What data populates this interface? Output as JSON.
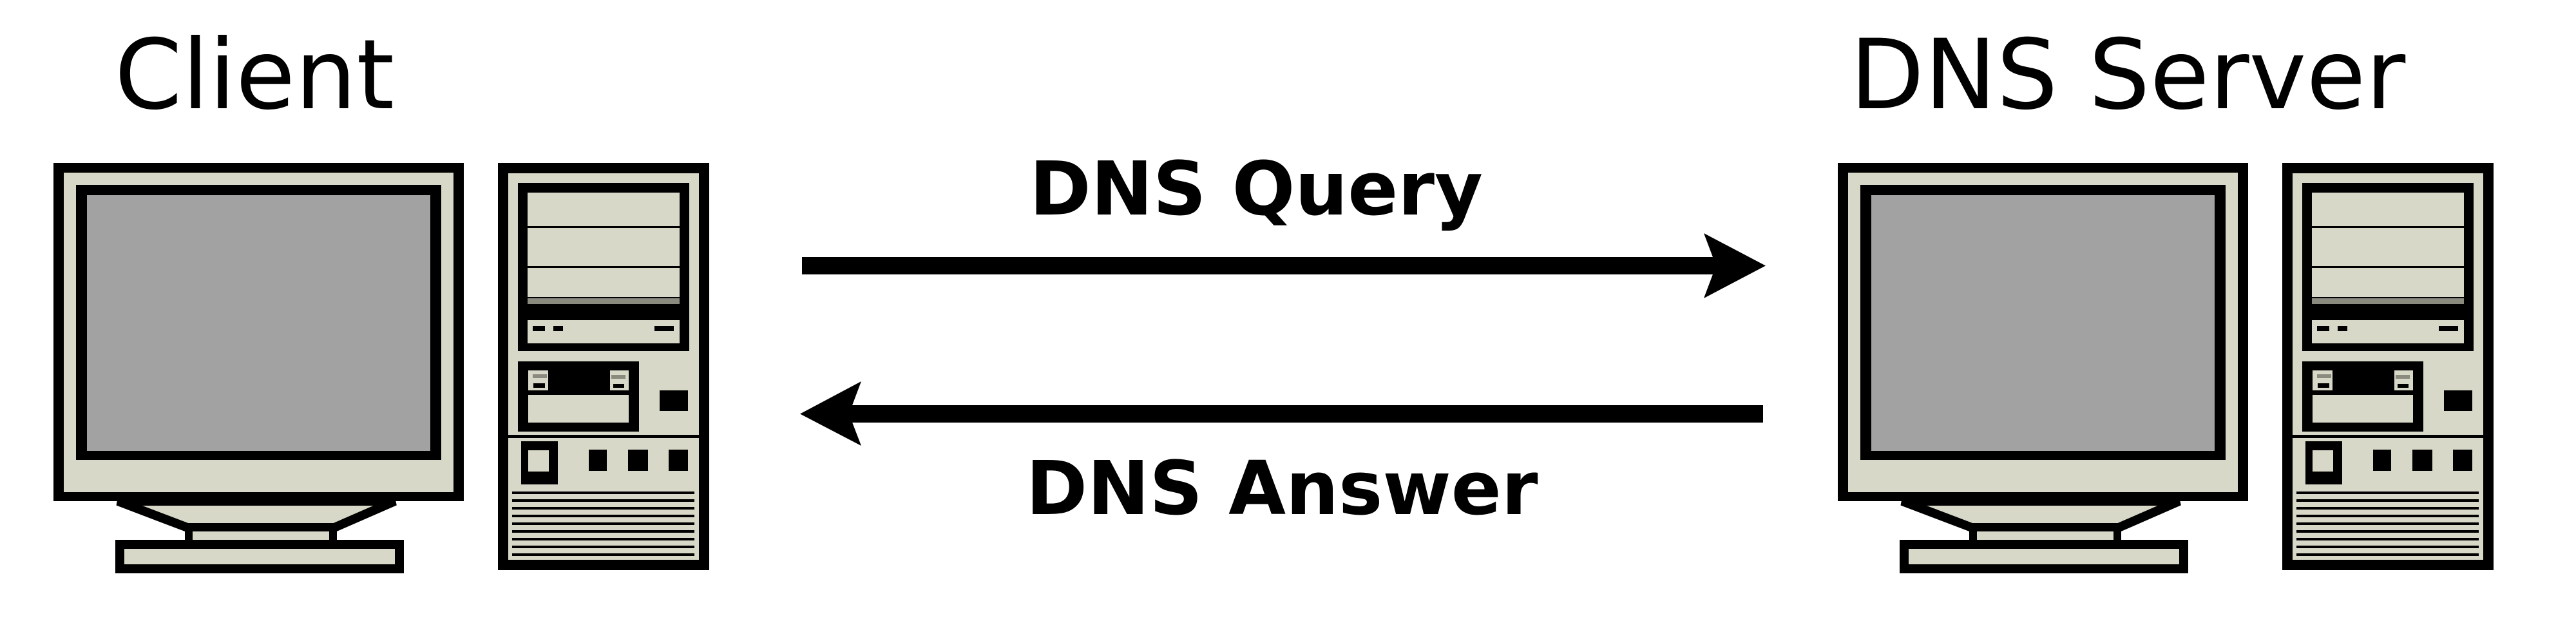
{
  "diagram": {
    "type": "request-response-sequence",
    "nodes": [
      {
        "id": "client",
        "label": "Client",
        "icon": "desktop-computer-icon"
      },
      {
        "id": "dns-server",
        "label": "DNS Server",
        "icon": "desktop-computer-icon"
      }
    ],
    "edges": [
      {
        "from": "client",
        "to": "dns-server",
        "label": "DNS Query",
        "direction": "right"
      },
      {
        "from": "dns-server",
        "to": "client",
        "label": "DNS Answer",
        "direction": "left"
      }
    ]
  },
  "colors": {
    "background": "#ffffff",
    "line_black": "#000000",
    "case_beige": "#d8d8c8",
    "screen_gray": "#a2a2a2",
    "vent_gray": "#8a8a7e"
  }
}
